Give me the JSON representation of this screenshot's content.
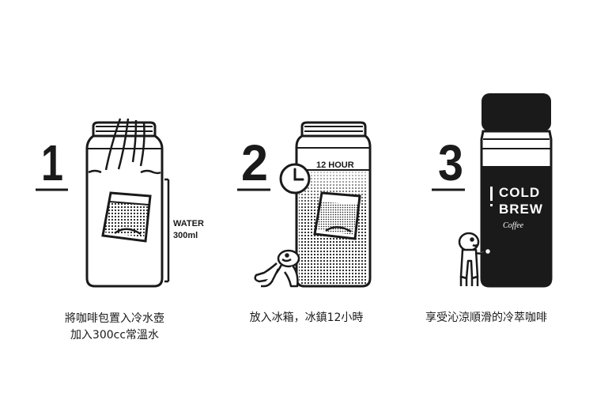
{
  "steps": [
    {
      "number": "1",
      "water_label": "WATER",
      "volume_label": "300ml",
      "caption_line1": "將咖啡包置入冷水壺",
      "caption_line2": "加入300cc常溫水"
    },
    {
      "number": "2",
      "timer_label": "12 HOUR",
      "caption_line1": "放入冰箱，冰鎮12小時"
    },
    {
      "number": "3",
      "bottle_label_line1": "COLD",
      "bottle_label_line2": "BREW",
      "bottle_label_line3": "Coffee",
      "caption_line1": "享受沁涼順滑的冷萃咖啡"
    }
  ],
  "icons": [
    "jar-icon",
    "coffee-bag-icon",
    "clock-icon",
    "character-icon",
    "bottle-icon"
  ],
  "colors": {
    "ink": "#1a1a1a",
    "background": "#ffffff"
  }
}
